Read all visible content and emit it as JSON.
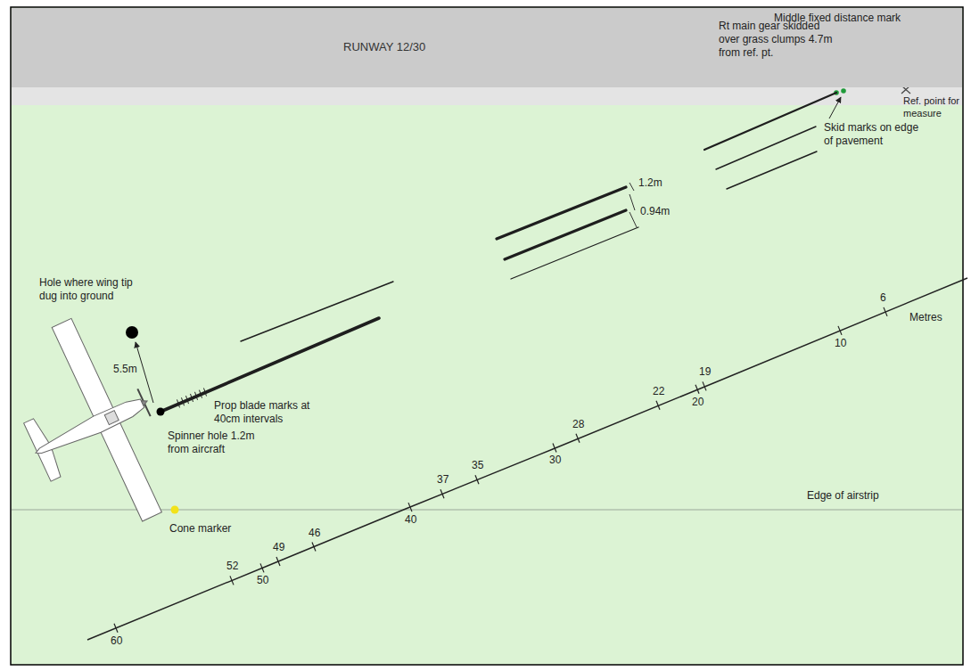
{
  "diagram": {
    "nodes": [
      {
        "text": [
          "RUNWAY 12/30"
        ]
      }
    ],
    "labels": [
      "Middle fixed distance mark",
      "Rt main gear skidded over grass clumps 4.7m from ref. pt.",
      "Ref. point for measure",
      "Skid marks on edge of pavement",
      "1.2m",
      "0.94m",
      "Hole where wing tip dug into ground",
      "5.5m",
      "Prop blade marks at 40cm intervals",
      "Spinner hole 1.2m from aircraft",
      "Cone marker",
      "Edge of airstrip",
      "Metres",
      "6",
      "10",
      "19",
      "20",
      "22",
      "28",
      "30",
      "35",
      "37",
      "40",
      "46",
      "49",
      "50",
      "52",
      "60"
    ]
  }
}
